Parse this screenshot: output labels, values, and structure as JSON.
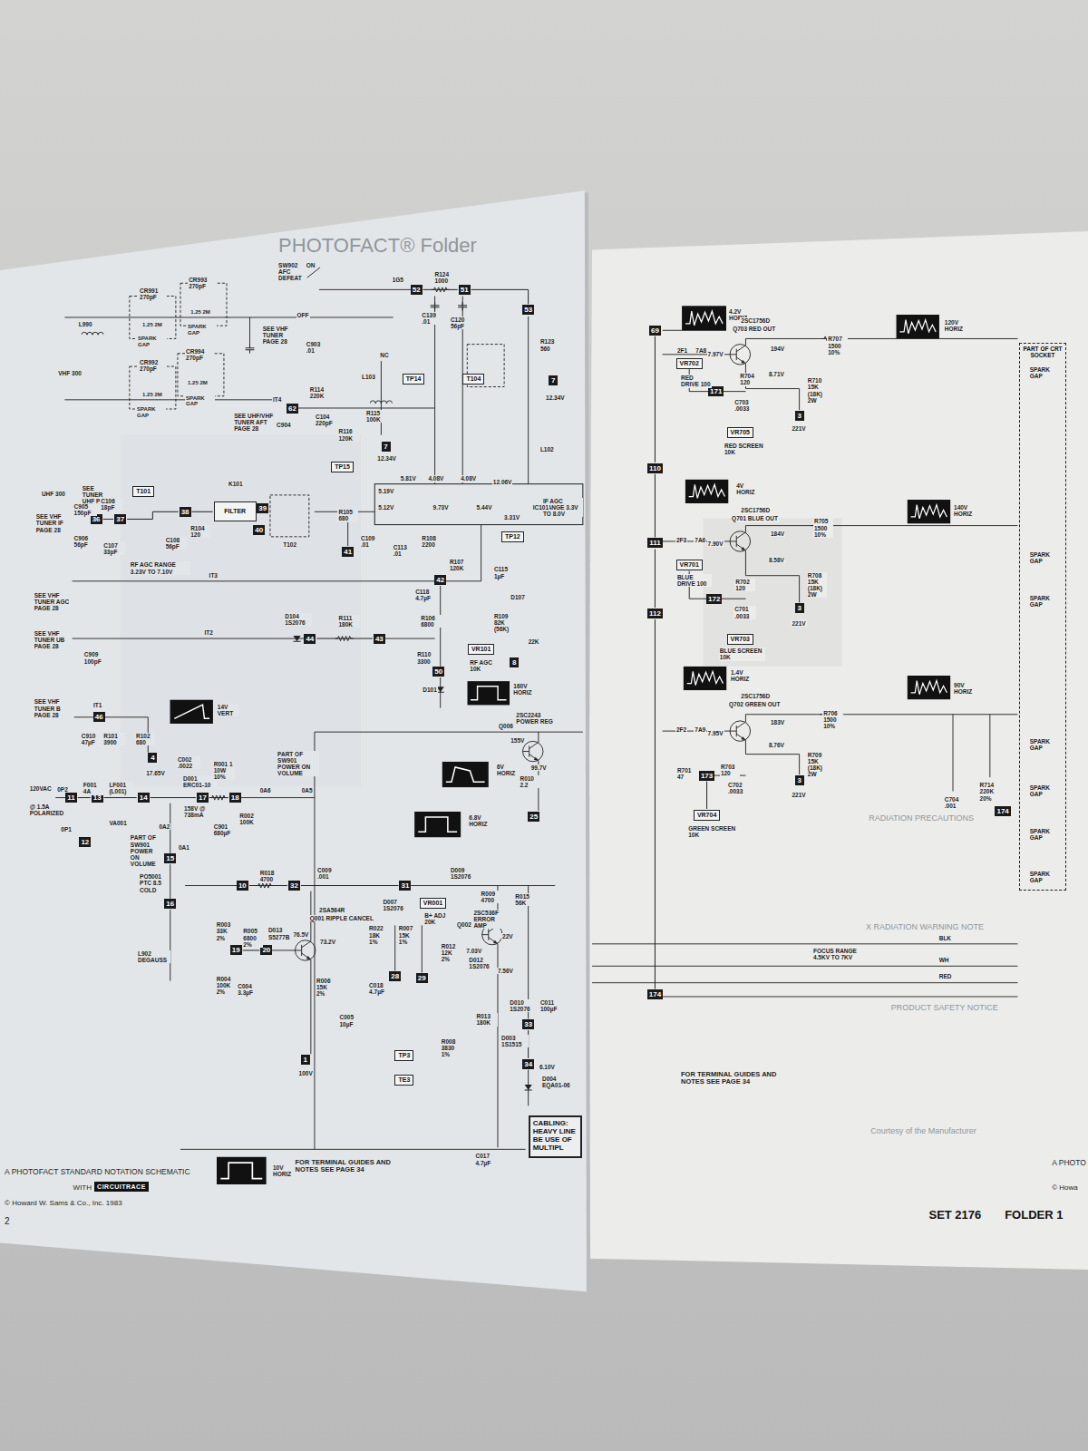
{
  "diagram": {
    "nodes": [
      {
        "text": [
          "52"
        ]
      },
      {
        "text": [
          "51"
        ]
      },
      {
        "text": [
          "53"
        ]
      },
      {
        "text": [
          "7"
        ]
      },
      {
        "text": [
          "TP14"
        ]
      },
      {
        "text": [
          "62"
        ]
      },
      {
        "text": [
          "7"
        ]
      },
      {
        "text": [
          "T104"
        ]
      },
      {
        "text": [
          "TP15"
        ]
      },
      {
        "text": [
          "36"
        ]
      },
      {
        "text": [
          "37"
        ]
      },
      {
        "text": [
          "T101"
        ]
      },
      {
        "text": [
          "38"
        ]
      },
      {
        "text": [
          "FILTER"
        ]
      },
      {
        "text": [
          "39"
        ]
      },
      {
        "text": [
          "40"
        ]
      },
      {
        "text": [
          "41"
        ]
      },
      {
        "text": [
          "TP12"
        ]
      },
      {
        "text": [
          "42"
        ]
      },
      {
        "text": [
          "44"
        ]
      },
      {
        "text": [
          "43"
        ]
      },
      {
        "text": [
          "VR101"
        ]
      },
      {
        "text": [
          "8"
        ]
      },
      {
        "text": [
          "50"
        ]
      },
      {
        "text": [
          "46"
        ]
      },
      {
        "text": [
          "4"
        ]
      },
      {
        "text": [
          "11"
        ]
      },
      {
        "text": [
          "13"
        ]
      },
      {
        "text": [
          "12"
        ]
      },
      {
        "text": [
          "14"
        ]
      },
      {
        "text": [
          "17"
        ]
      },
      {
        "text": [
          "18"
        ]
      },
      {
        "text": [
          "15"
        ]
      },
      {
        "text": [
          "16"
        ]
      },
      {
        "text": [
          "25"
        ]
      },
      {
        "text": [
          "10"
        ]
      },
      {
        "text": [
          "32"
        ]
      },
      {
        "text": [
          "31"
        ]
      },
      {
        "text": [
          "VR001"
        ]
      },
      {
        "text": [
          "19"
        ]
      },
      {
        "text": [
          "20"
        ]
      },
      {
        "text": [
          "28"
        ]
      },
      {
        "text": [
          "29"
        ]
      },
      {
        "text": [
          "33"
        ]
      },
      {
        "text": [
          "1"
        ]
      },
      {
        "text": [
          "TP3"
        ]
      },
      {
        "text": [
          "TE3"
        ]
      },
      {
        "text": [
          "34"
        ]
      },
      {
        "text": [
          "CABLING: HEAVY LINE BE USE OF MULTIPL"
        ]
      },
      {
        "text": [
          "CIRCUITRACE"
        ]
      },
      {
        "text": [
          "69"
        ]
      },
      {
        "text": [
          "VR702"
        ]
      },
      {
        "text": [
          "171"
        ]
      },
      {
        "text": [
          "VR705"
        ]
      },
      {
        "text": [
          "110"
        ]
      },
      {
        "text": [
          "111"
        ]
      },
      {
        "text": [
          "VR701"
        ]
      },
      {
        "text": [
          "172"
        ]
      },
      {
        "text": [
          "VR703"
        ]
      },
      {
        "text": [
          "112"
        ]
      },
      {
        "text": [
          "173"
        ]
      },
      {
        "text": [
          "VR704"
        ]
      },
      {
        "text": [
          "3"
        ]
      },
      {
        "text": [
          "3"
        ]
      },
      {
        "text": [
          "3"
        ]
      },
      {
        "text": [
          "PART OF CRT SOCKET"
        ]
      },
      {
        "text": [
          "174"
        ]
      },
      {
        "text": [
          "174"
        ]
      }
    ],
    "edges": [
      {
        "from": 0,
        "to": 1,
        "arrow": "none"
      },
      {
        "from": 1,
        "to": 2,
        "arrow": "none"
      },
      {
        "from": 9,
        "to": 10,
        "arrow": "none"
      },
      {
        "from": 10,
        "to": 12,
        "arrow": "none"
      },
      {
        "from": 12,
        "to": 13,
        "arrow": "none"
      },
      {
        "from": 13,
        "to": 14,
        "arrow": "none"
      },
      {
        "from": 19,
        "to": 20,
        "arrow": "none"
      },
      {
        "from": 26,
        "to": 27,
        "arrow": "none"
      },
      {
        "from": 27,
        "to": 29,
        "arrow": "none"
      },
      {
        "from": 30,
        "to": 31,
        "arrow": "none"
      },
      {
        "from": 35,
        "to": 36,
        "arrow": "none"
      },
      {
        "from": 36,
        "to": 37,
        "arrow": "none"
      },
      {
        "from": 39,
        "to": 40,
        "arrow": "none"
      },
      {
        "from": 43,
        "to": 47,
        "arrow": "none"
      },
      {
        "from": 50,
        "to": 54,
        "arrow": "none"
      },
      {
        "from": 54,
        "to": 55,
        "arrow": "none"
      },
      {
        "from": 55,
        "to": 59,
        "arrow": "none"
      },
      {
        "from": 59,
        "to": 67,
        "arrow": "none"
      },
      {
        "from": 60,
        "to": 61,
        "arrow": "none"
      },
      {
        "from": 29,
        "to": 30,
        "arrow": "none"
      }
    ],
    "labels": [
      "CR991 270pF",
      "1.25 2M",
      "SPARK GAP",
      "CR993 270pF",
      "1.25 2M",
      "SPARK GAP",
      "CR992 270pF",
      "1.25 2M",
      "SPARK GAP",
      "CR994 270pF",
      "1.25 2M",
      "SPARK GAP",
      "L990",
      "VHF 300",
      "SW902 AFC DEFEAT",
      "ON",
      "OFF",
      "C903 .01",
      "SEE VHF TUNER PAGE 28",
      "1G5",
      "R124 1000",
      "C139 .01",
      "C120 56pF",
      "R123 560",
      "12.34V",
      "R114 220K",
      "IT4",
      "SEE UHF/VHF TUNER AFT PAGE 28",
      "C904",
      "C104 220pF",
      "R116 120K",
      "L103",
      "NC",
      "R115 100K",
      "12.34V",
      "L102",
      "IF AGC RANGE 3.3V TO 8.0V",
      "5.81V",
      "4.08V",
      "4.08V",
      "12.06V",
      "5.19V",
      "5.12V",
      "9.73V",
      "5.44V",
      "3.31V",
      "IC101",
      "UHF 300",
      "SEE TUNER UHF PAGE 28",
      "C905 150pF",
      "C106 18pF",
      "K101",
      "T102",
      "R105 680",
      "C109 .01",
      "C113 .01",
      "R108 2200",
      "SEE VHF TUNER IF PAGE 28",
      "C906 56pF",
      "C107 33pF",
      "C108 56pF",
      "R104 120",
      "RF AGC RANGE 3.23V TO 7.10V",
      "IT3",
      "R107 120K",
      "C115 1µF",
      "SEE VHF TUNER AGC PAGE 28",
      "C118 4.7µF",
      "R106 6800",
      "D107",
      "R109 82K (56K)",
      "22K",
      "SEE VHF TUNER UB PAGE 28",
      "IT2",
      "D104 1S2076",
      "R111 180K",
      "R110 3300",
      "RF AGC 10K",
      "D101",
      "C909 100pF",
      "SEE VHF TUNER B PAGE 28",
      "IT1",
      "C910 47µF",
      "R101 3900",
      "R102 680",
      "17.65V",
      "14V VERT",
      "160V HORIZ",
      "2SC2243 POWER REG",
      "Q006",
      "155V",
      "99.7V",
      "R010 2.2",
      "6V HORIZ",
      "6.8V HORIZ",
      "PART OF SW901 POWER ON VOLUME",
      "C002 .0022",
      "D001 ERC01-10",
      "R001 1 10W 10%",
      "158V @ 738mA",
      "C901 680µF",
      "R002 100K",
      "0A6",
      "0A5",
      "120VAC",
      "@ 1.5A POLARIZED",
      "0P2",
      "F001 4A",
      "LF001 (L001)",
      "VA001",
      "0P1",
      "0A2",
      "PART OF SW901 POWER ON VOLUME",
      "0A1",
      "PO5001 PTC 8.5 COLD",
      "L902 DEGAUSS",
      "R018 4700",
      "C009 .001",
      "D009 1S2076",
      "D007 1S2076",
      "2SA564R",
      "Q001 RIPPLE CANCEL",
      "R003 33K 2%",
      "R005 6800 2%",
      "D013 S5277B",
      "76.5V",
      "73.2V",
      "R022 18K 1%",
      "R007 15K 1%",
      "B+ ADJ 20K",
      "R009 4700",
      "Q002",
      "2SC536F ERROR AMP",
      "R015 56K",
      "R012 12K 2%",
      "7.03V",
      "22V",
      "7.56V",
      "D012 1S2076",
      "R004 100K 2%",
      "C004 3.3µF",
      "R006 15K 2%",
      "C018 4.7µF",
      "C005 10µF",
      "100V",
      "R013 180K",
      "D010 1S2076",
      "D003 1S1515",
      "C011 100µF",
      "6.10V",
      "D004 EQA01-06",
      "R008 3830 1%",
      "C017 4.7µF",
      "10V HORIZ",
      "FOR TERMINAL GUIDES AND NOTES SEE PAGE 34",
      "A PHOTOFACT STANDARD NOTATION SCHEMATIC",
      "WITH",
      "© Howard W. Sams & Co., Inc. 1983",
      "2",
      "PHOTOFACT® Folder",
      "4.2V HORIZ",
      "2SC1756D",
      "Q703 RED OUT",
      "2F1",
      "7A8",
      "7.97V",
      "194V",
      "8.71V",
      "RED DRIVE 100",
      "R704 120",
      "C703 .0033",
      "R710 15K (18K) 2W",
      "221V",
      "RED SCREEN 10K",
      "R707 1500 10%",
      "120V HORIZ",
      "4V HORIZ",
      "2SC1756D",
      "Q701 BLUE OUT",
      "2F3",
      "7A6",
      "7.90V",
      "184V",
      "8.58V",
      "BLUE DRIVE 100",
      "R702 120",
      "C701 .0033",
      "R708 15K (18K) 2W",
      "221V",
      "BLUE SCREEN 10K",
      "R705 1500 10%",
      "140V HORIZ",
      "1.4V HORIZ",
      "2SC1756D",
      "Q702 GREEN OUT",
      "2F2",
      "7A9",
      "7.95V",
      "183V",
      "8.76V",
      "R701 47",
      "R703 120",
      "C702 .0033",
      "R709 15K (18K) 2W",
      "221V",
      "GREEN SCREEN 10K",
      "R706 1500 10%",
      "90V HORIZ",
      "C704 .001",
      "R714 220K 20%",
      "SPARK GAP",
      "SPARK GAP",
      "SPARK GAP",
      "SPARK GAP",
      "SPARK GAP",
      "SPARK GAP",
      "SPARK GAP",
      "BLK",
      "FOCUS RANGE 4.5KV TO 7KV",
      "WH",
      "RED",
      "FOR TERMINAL GUIDES AND NOTES SEE PAGE 34",
      "A PHOTO",
      "© Howa",
      "SET 2176",
      "FOLDER 1",
      "RADIATION PRECAUTIONS",
      "X RADIATION WARNING NOTE",
      "PRODUCT SAFETY NOTICE",
      "Courtesy of the Manufacturer"
    ]
  }
}
